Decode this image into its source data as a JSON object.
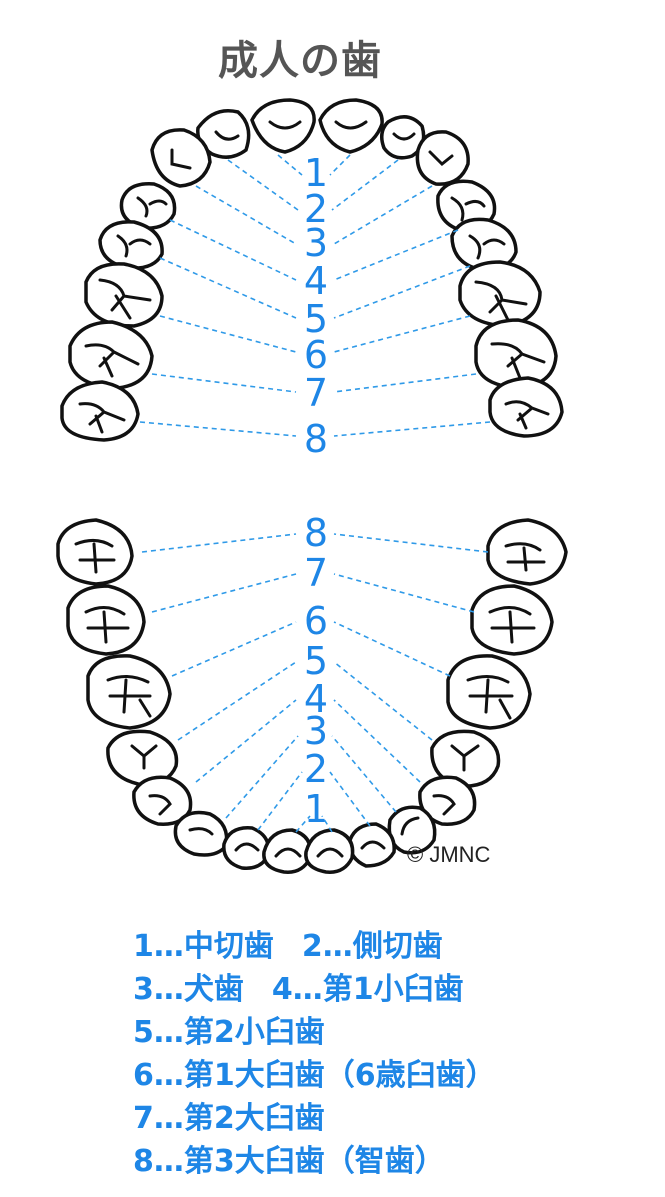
{
  "title": "成人の歯",
  "upper_numbers": [
    "1",
    "2",
    "3",
    "4",
    "5",
    "6",
    "7",
    "8"
  ],
  "lower_numbers": [
    "8",
    "7",
    "6",
    "5",
    "4",
    "3",
    "2",
    "1"
  ],
  "copyright": "© JMNC",
  "legend": {
    "row1a": "1…中切歯",
    "row1b": "2…側切歯",
    "row2a": "3…犬歯",
    "row2b": "4…第1小臼歯",
    "row3": "5…第2小臼歯",
    "row4": "6…第1大臼歯（6歳臼歯）",
    "row5": "7…第2大臼歯",
    "row6": "8…第3大臼歯（智歯）"
  },
  "colors": {
    "label_blue": "#1e86e6",
    "guide_blue": "#2f9ae8",
    "outline": "#111111",
    "title_gray": "#555555"
  },
  "icons": [
    "tooth-outline-icon"
  ]
}
